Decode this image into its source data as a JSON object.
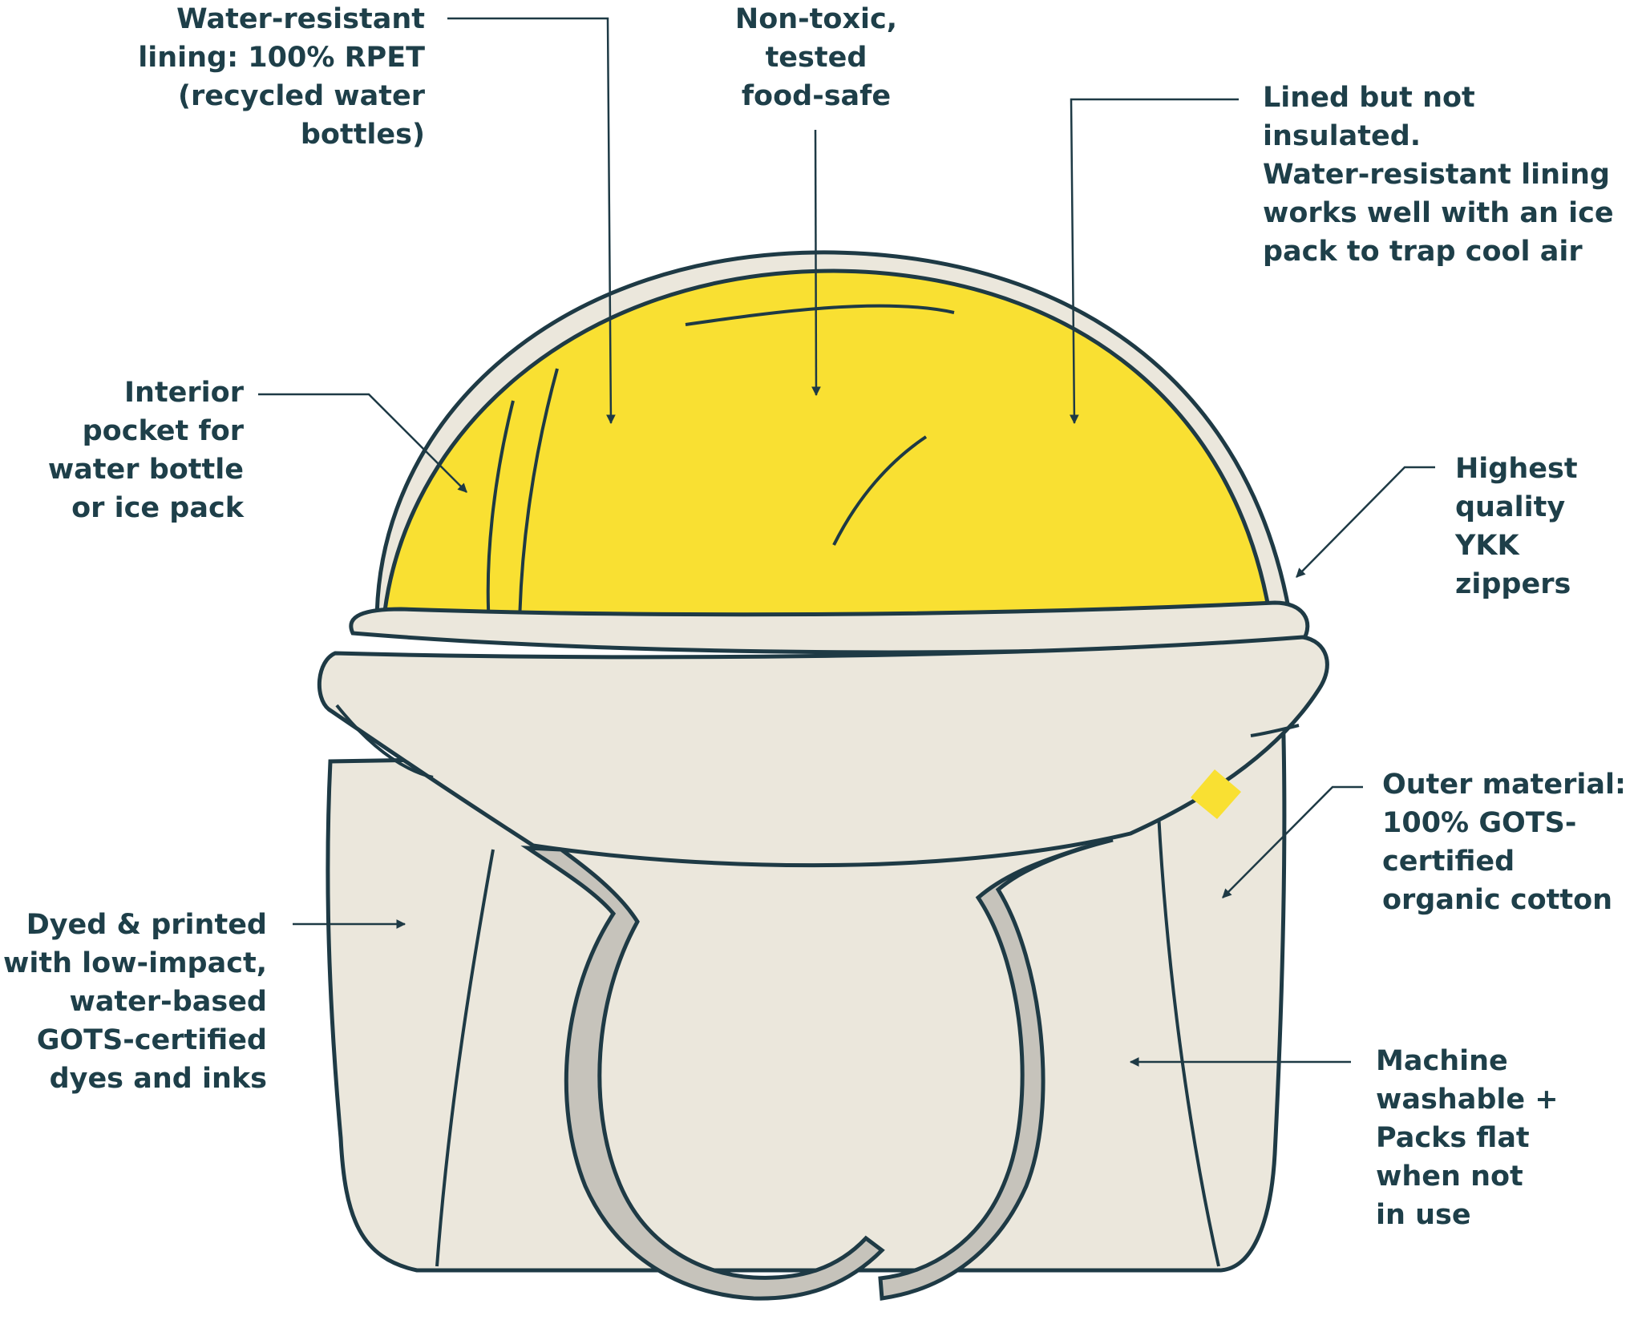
{
  "colors": {
    "outline": "#1e3a45",
    "lining": "#f9e032",
    "fabric": "#ebe7dc",
    "handle": "#c6c3bb",
    "text": "#1e3f49"
  },
  "callouts": {
    "water_resistant_lining": "Water-resistant\nlining: 100% RPET\n(recycled water\nbottles)",
    "non_toxic": "Non-toxic,\ntested\nfood-safe",
    "lined_not_insulated": "Lined but not insulated.\nWater-resistant lining\nworks well with an ice\npack to trap cool air",
    "interior_pocket": "Interior\npocket for\nwater bottle\nor ice pack",
    "ykk_zippers": "Highest\nquality\nYKK\nzippers",
    "outer_material": "Outer material:\n100% GOTS-\ncertified\norganic cotton",
    "dyed_printed": "Dyed & printed\nwith low-impact,\nwater-based\nGOTS-certified\ndyes and inks",
    "machine_washable": "Machine\nwashable +\nPacks flat\nwhen not\nin use"
  }
}
